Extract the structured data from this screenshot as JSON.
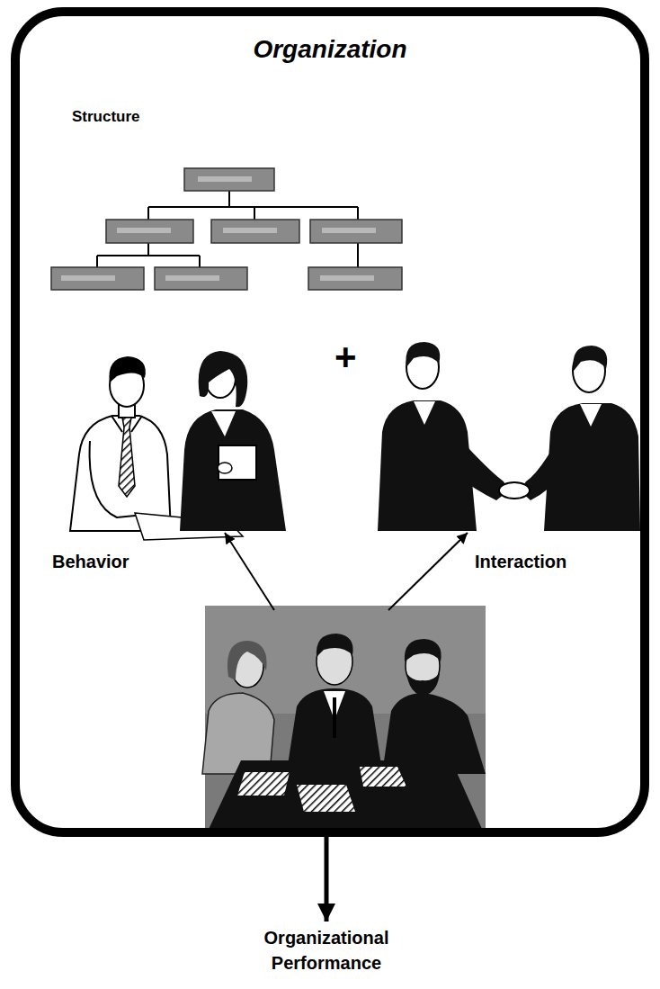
{
  "diagram": {
    "nodes": [
      {
        "text": [
          "Organization"
        ]
      },
      {
        "text": [
          "Organizational Performance"
        ]
      }
    ],
    "edges": [
      {
        "from": 0,
        "to": 1,
        "arrow": "to"
      }
    ],
    "labels": [
      "Structure",
      "+",
      "Behavior",
      "Interaction"
    ]
  }
}
